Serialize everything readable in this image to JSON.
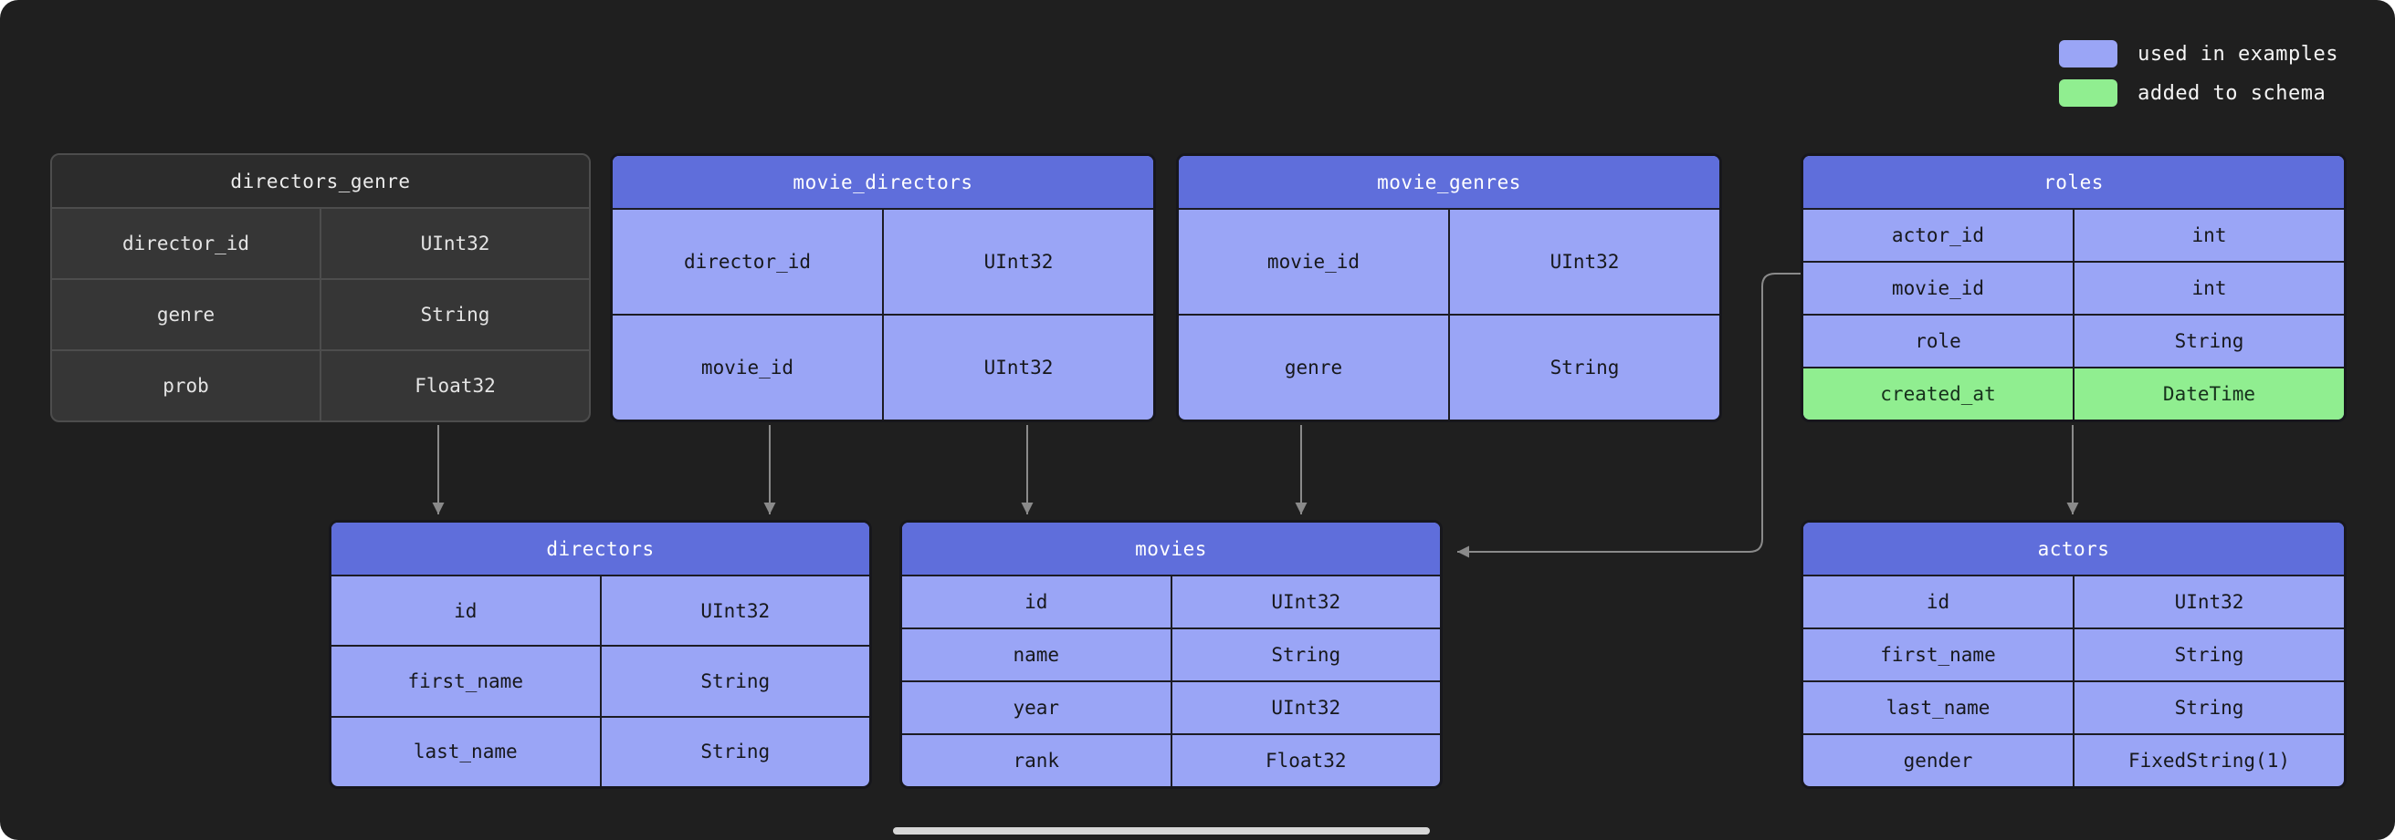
{
  "legend": {
    "items": [
      {
        "label": "used in examples",
        "color": "#9aa5f6"
      },
      {
        "label": "added to schema",
        "color": "#90ee90"
      }
    ]
  },
  "colors": {
    "background": "#1f1f1f",
    "header_blue": "#5f6edb",
    "row_blue": "#9aa5f6",
    "added_green": "#90ee90",
    "dark_table_row": "#363636"
  },
  "tables": [
    {
      "name": "directors_genre",
      "style": "dark",
      "rows": [
        {
          "field": "director_id",
          "type": "UInt32"
        },
        {
          "field": "genre",
          "type": "String"
        },
        {
          "field": "prob",
          "type": "Float32"
        }
      ]
    },
    {
      "name": "movie_directors",
      "style": "blue",
      "rows": [
        {
          "field": "director_id",
          "type": "UInt32"
        },
        {
          "field": "movie_id",
          "type": "UInt32"
        }
      ]
    },
    {
      "name": "movie_genres",
      "style": "blue",
      "rows": [
        {
          "field": "movie_id",
          "type": "UInt32"
        },
        {
          "field": "genre",
          "type": "String"
        }
      ]
    },
    {
      "name": "roles",
      "style": "blue",
      "rows": [
        {
          "field": "actor_id",
          "type": "int"
        },
        {
          "field": "movie_id",
          "type": "int"
        },
        {
          "field": "role",
          "type": "String"
        },
        {
          "field": "created_at",
          "type": "DateTime",
          "added": true
        }
      ]
    },
    {
      "name": "directors",
      "style": "blue",
      "rows": [
        {
          "field": "id",
          "type": "UInt32"
        },
        {
          "field": "first_name",
          "type": "String"
        },
        {
          "field": "last_name",
          "type": "String"
        }
      ]
    },
    {
      "name": "movies",
      "style": "blue",
      "rows": [
        {
          "field": "id",
          "type": "UInt32"
        },
        {
          "field": "name",
          "type": "String"
        },
        {
          "field": "year",
          "type": "UInt32"
        },
        {
          "field": "rank",
          "type": "Float32"
        }
      ]
    },
    {
      "name": "actors",
      "style": "blue",
      "rows": [
        {
          "field": "id",
          "type": "UInt32"
        },
        {
          "field": "first_name",
          "type": "String"
        },
        {
          "field": "last_name",
          "type": "String"
        },
        {
          "field": "gender",
          "type": "FixedString(1)"
        }
      ]
    }
  ],
  "relations": [
    {
      "from": "directors_genre",
      "to": "directors"
    },
    {
      "from": "movie_directors",
      "to": "directors"
    },
    {
      "from": "movie_directors",
      "to": "movies"
    },
    {
      "from": "movie_genres",
      "to": "movies"
    },
    {
      "from": "roles",
      "to": "movies"
    },
    {
      "from": "roles",
      "to": "actors"
    }
  ]
}
